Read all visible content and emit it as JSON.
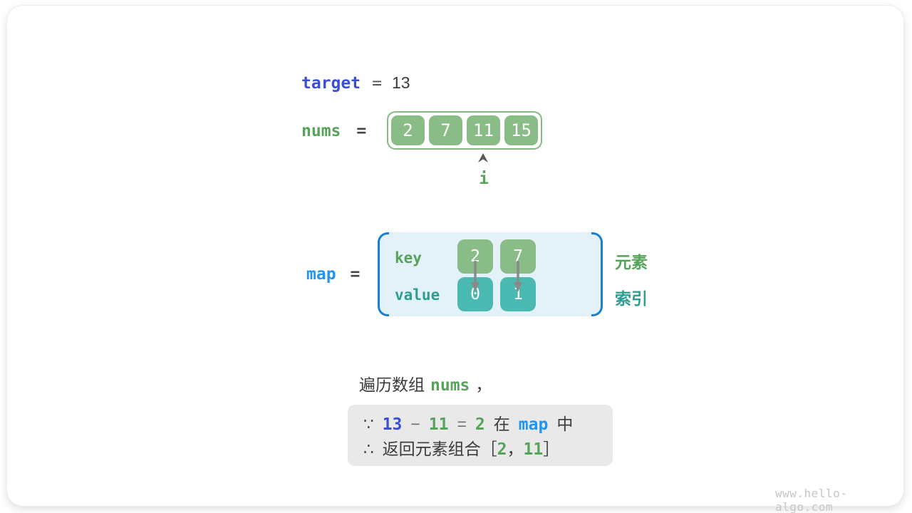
{
  "colors": {
    "target_blue": "#3b4fd6",
    "map_blue": "#2095f2",
    "green_text": "#57a35a",
    "teal_text": "#2f9d92",
    "cell_green": "#8abc88",
    "cell_teal": "#4ab9b2",
    "array_border_green": "#84b982",
    "map_box_bg": "#e3f1f9",
    "map_bracket_blue": "#1a7fd4",
    "conclusion_box_bg": "#e9e9e9",
    "arrow_gray": "#8a8a8a"
  },
  "target_row": {
    "label": "target",
    "equals": "=",
    "value": "13"
  },
  "nums_row": {
    "label": "nums",
    "equals": "=",
    "cells": [
      "2",
      "7",
      "11",
      "15"
    ],
    "pointer_label": "i",
    "pointer_index": 2
  },
  "map_row": {
    "label": "map",
    "equals": "=",
    "key_label": "key",
    "value_label": "value",
    "keys": [
      "2",
      "7"
    ],
    "values": [
      "0",
      "1"
    ],
    "element_annotation": "元素",
    "index_annotation": "索引"
  },
  "caption": {
    "prefix": "遍历数组",
    "code": "nums",
    "suffix": "，"
  },
  "conclusion_box": {
    "line1": {
      "because": "∵",
      "target_value": "13",
      "minus": "−",
      "num1": "11",
      "equals": "=",
      "num2": "2",
      "zai": "在",
      "map": "map",
      "zhong": "中"
    },
    "line2": {
      "therefore": "∴",
      "text": "返回元素组合",
      "lbracket": "［",
      "v1": "2",
      "comma": "，",
      "v2": "11",
      "rbracket": "］"
    }
  },
  "watermark": "www.hello-algo.com"
}
